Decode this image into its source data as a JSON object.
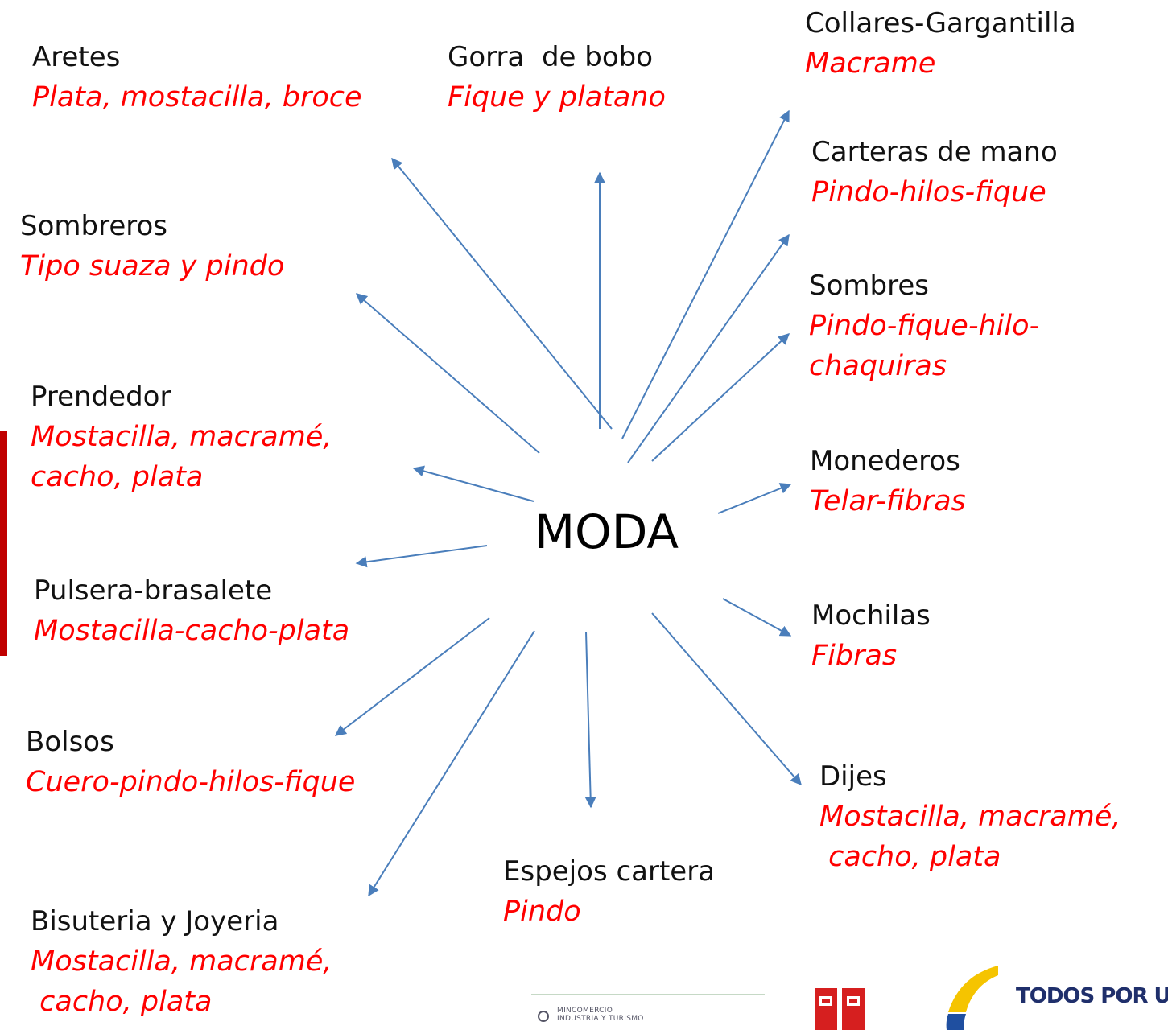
{
  "center": "MODA",
  "colors": {
    "arrow": "#4a7ebb",
    "material": "#ff0000",
    "label": "#111111",
    "edge_bar": "#c00000"
  },
  "nodes": [
    {
      "id": "aretes",
      "label": "Aretes",
      "materials": [
        "Plata, mostacilla, broce"
      ]
    },
    {
      "id": "gorra",
      "label": "Gorra  de bobo",
      "materials": [
        "Fique y platano"
      ]
    },
    {
      "id": "collares",
      "label": "Collares-Gargantilla",
      "materials": [
        "Macrame"
      ]
    },
    {
      "id": "carteras",
      "label": "Carteras de mano",
      "materials": [
        "Pindo-hilos-fique"
      ]
    },
    {
      "id": "sombreros",
      "label": "Sombreros",
      "materials": [
        "Tipo suaza y pindo"
      ]
    },
    {
      "id": "sombres",
      "label": "Sombres",
      "materials": [
        "Pindo-fique-hilo-",
        "chaquiras"
      ]
    },
    {
      "id": "prendedor",
      "label": "Prendedor",
      "materials": [
        "Mostacilla, macramé,",
        "cacho, plata"
      ]
    },
    {
      "id": "monederos",
      "label": "Monederos",
      "materials": [
        "Telar-fibras"
      ]
    },
    {
      "id": "pulsera",
      "label": "Pulsera-brasalete",
      "materials": [
        "Mostacilla-cacho-plata"
      ]
    },
    {
      "id": "mochilas",
      "label": "Mochilas",
      "materials": [
        "Fibras"
      ]
    },
    {
      "id": "bolsos",
      "label": "Bolsos",
      "materials": [
        "Cuero-pindo-hilos-fique"
      ]
    },
    {
      "id": "dijes",
      "label": "Dijes",
      "materials": [
        "Mostacilla, macramé,",
        " cacho, plata"
      ]
    },
    {
      "id": "espejos",
      "label": "Espejos cartera",
      "materials": [
        "Pindo"
      ]
    },
    {
      "id": "bisuteria",
      "label": "Bisuteria y Joyeria",
      "materials": [
        "Mostacilla, macramé,",
        " cacho, plata"
      ]
    }
  ],
  "logos": {
    "mincomercio": [
      "MINCOMERCIO",
      "INDUSTRIA Y TURISMO"
    ],
    "tagline": "TODOS POR UN"
  }
}
